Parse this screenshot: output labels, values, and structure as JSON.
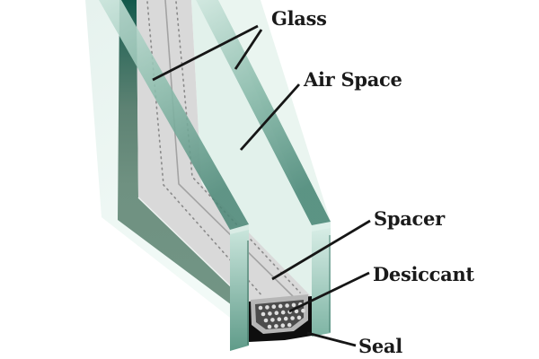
{
  "diagram": {
    "subject": "insulated-glass-unit-cross-section",
    "labels": {
      "glass": "Glass",
      "air_space": "Air Space",
      "spacer": "Spacer",
      "desiccant": "Desiccant",
      "seal": "Seal"
    },
    "colors": {
      "background": "#ffffff",
      "glass_face_pale": "#eaf5f0",
      "air_space_pale": "#e2f1eb",
      "glass_edge_teal_light": "#c8e3da",
      "glass_edge_teal_dark": "#4e8878",
      "frame_sage": "#6f9181",
      "frame_sage_dark": "#17594b",
      "spacer_gray_light": "#e2e2e2",
      "spacer_gray": "#d6d6d6",
      "spacer_divider_gray": "#a3a3a3",
      "desiccant_border_gray": "#b6b6b6",
      "desiccant_fill_gray": "#4c4c4c",
      "desiccant_dot": "#dedede",
      "seal_black": "#0e0e0e",
      "label_text": "#1a1a1a",
      "leader_line": "#161616"
    }
  }
}
